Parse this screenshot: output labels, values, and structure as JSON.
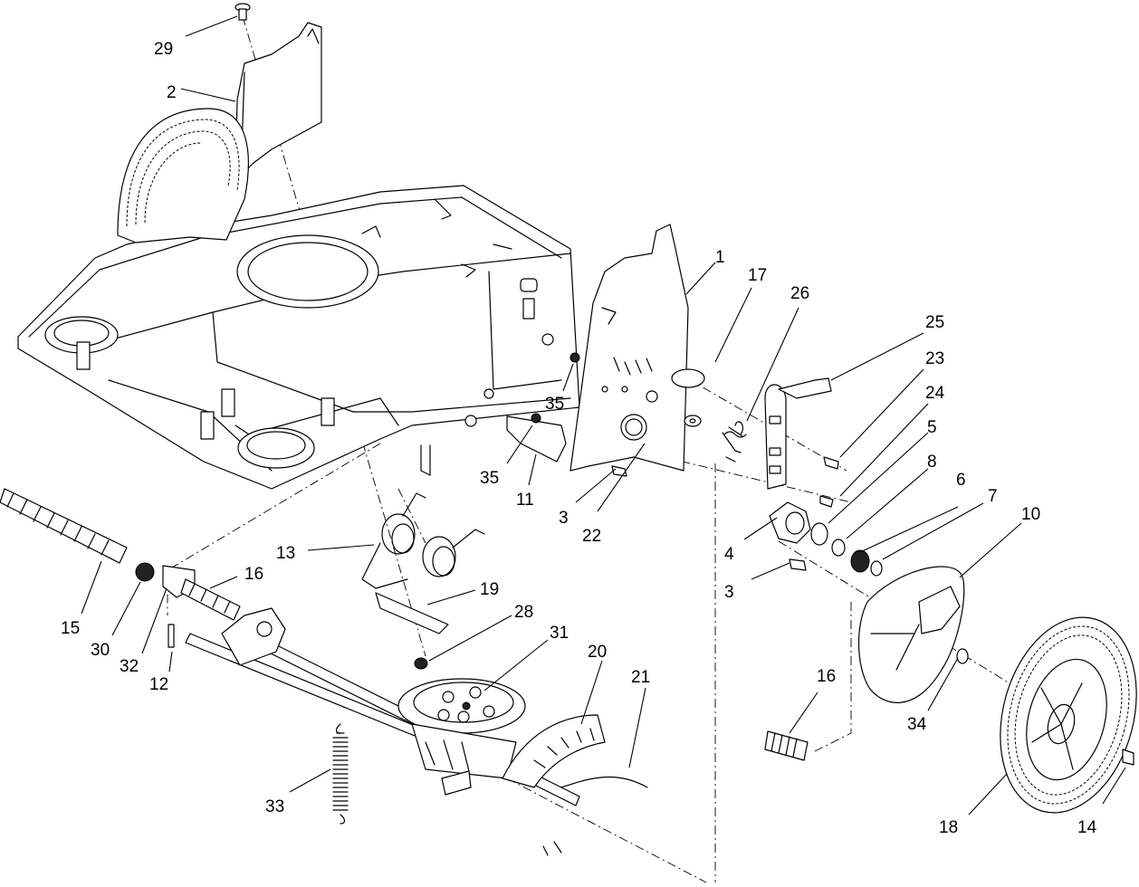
{
  "callouts": [
    {
      "id": "c29",
      "label": "29"
    },
    {
      "id": "c2",
      "label": "2"
    },
    {
      "id": "c1",
      "label": "1"
    },
    {
      "id": "c17",
      "label": "17"
    },
    {
      "id": "c26",
      "label": "26"
    },
    {
      "id": "c25",
      "label": "25"
    },
    {
      "id": "c23",
      "label": "23"
    },
    {
      "id": "c24",
      "label": "24"
    },
    {
      "id": "c5",
      "label": "5"
    },
    {
      "id": "c8",
      "label": "8"
    },
    {
      "id": "c6",
      "label": "6"
    },
    {
      "id": "c7",
      "label": "7"
    },
    {
      "id": "c10",
      "label": "10"
    },
    {
      "id": "c35a",
      "label": "35"
    },
    {
      "id": "c35b",
      "label": "35"
    },
    {
      "id": "c11",
      "label": "11"
    },
    {
      "id": "c3a",
      "label": "3"
    },
    {
      "id": "c22",
      "label": "22"
    },
    {
      "id": "c4",
      "label": "4"
    },
    {
      "id": "c3b",
      "label": "3"
    },
    {
      "id": "c13",
      "label": "13"
    },
    {
      "id": "c19",
      "label": "19"
    },
    {
      "id": "c28",
      "label": "28"
    },
    {
      "id": "c16a",
      "label": "16"
    },
    {
      "id": "c16b",
      "label": "16"
    },
    {
      "id": "c15",
      "label": "15"
    },
    {
      "id": "c30",
      "label": "30"
    },
    {
      "id": "c32",
      "label": "32"
    },
    {
      "id": "c12",
      "label": "12"
    },
    {
      "id": "c31",
      "label": "31"
    },
    {
      "id": "c20",
      "label": "20"
    },
    {
      "id": "c21",
      "label": "21"
    },
    {
      "id": "c33",
      "label": "33"
    },
    {
      "id": "c34",
      "label": "34"
    },
    {
      "id": "c18",
      "label": "18"
    },
    {
      "id": "c14",
      "label": "14"
    }
  ]
}
